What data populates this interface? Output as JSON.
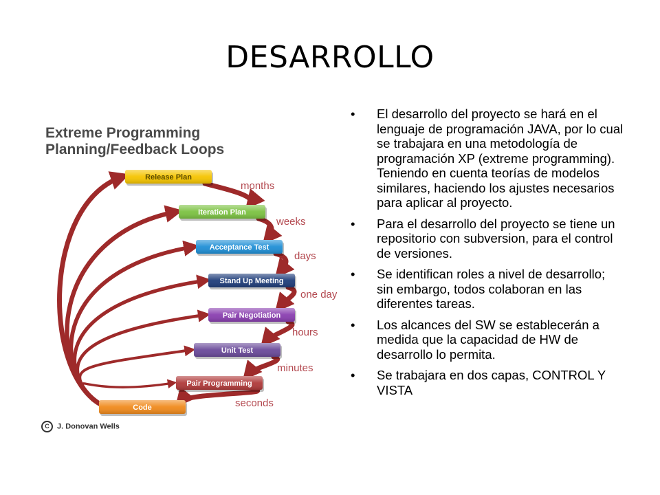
{
  "slide": {
    "title": "DESARROLLO"
  },
  "diagram": {
    "title_line1": "Extreme Programming",
    "title_line2": "Planning/Feedback Loops",
    "copyright": "J. Donovan Wells",
    "steps": [
      {
        "label": "Release Plan",
        "color": "#f5c400"
      },
      {
        "label": "Iteration Plan",
        "color": "#7cc242"
      },
      {
        "label": "Acceptance Test",
        "color": "#1f8fd6"
      },
      {
        "label": "Stand Up Meeting",
        "color": "#1f3d7a"
      },
      {
        "label": "Pair Negotiation",
        "color": "#8a3fb0"
      },
      {
        "label": "Unit Test",
        "color": "#6a4a9a"
      },
      {
        "label": "Pair Programming",
        "color": "#b03a3a"
      },
      {
        "label": "Code",
        "color": "#f08a1c"
      }
    ],
    "intervals": [
      "months",
      "weeks",
      "days",
      "one day",
      "hours",
      "minutes",
      "seconds"
    ],
    "arrow_color": "#9e2a2a"
  },
  "bullets": {
    "items": [
      "El desarrollo del proyecto se hará en el lenguaje de programación JAVA, por lo cual se trabajara en una metodología de programación XP (extreme programming). Teniendo en cuenta  teorías de modelos similares, haciendo los ajustes necesarios para aplicar al proyecto.",
      "Para el desarrollo del proyecto se tiene un repositorio con subversion, para el control de versiones.",
      "Se identifican roles a nivel de desarrollo; sin embargo, todos colaboran en las diferentes tareas.",
      "Los alcances del SW se establecerán a medida que la capacidad de HW de desarrollo lo permita.",
      "Se trabajara en dos capas, CONTROL Y VISTA"
    ]
  }
}
